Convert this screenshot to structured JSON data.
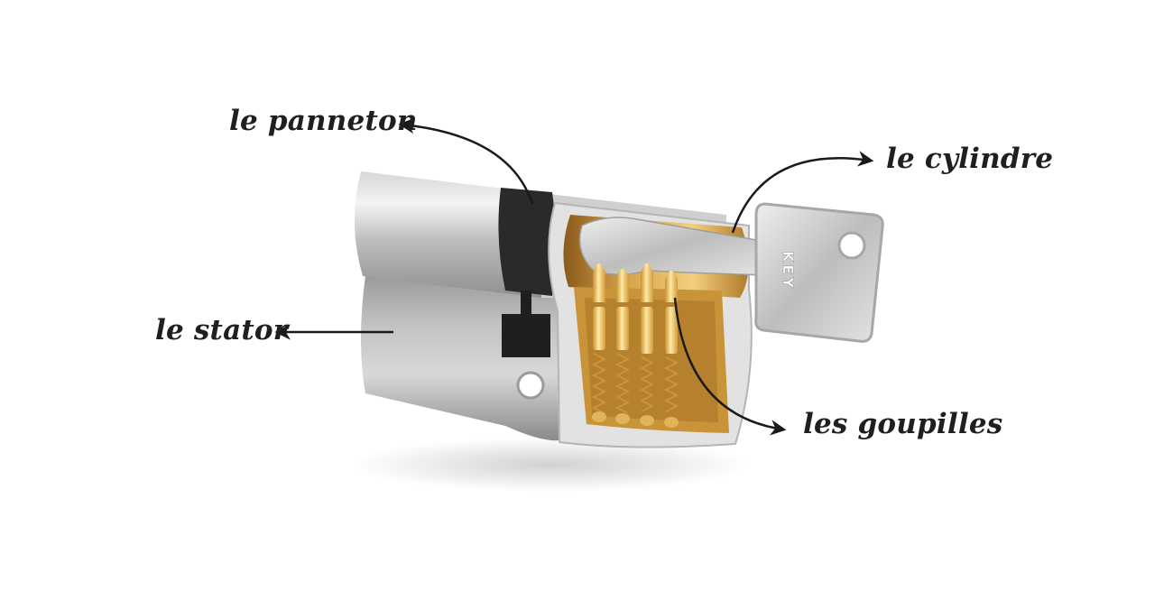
{
  "labels": {
    "panneton": "le panneton",
    "cylindre": "le cylindre",
    "stator": "le stator",
    "goupilles": "les goupilles"
  },
  "key": {
    "engraving": "KEY"
  },
  "colors": {
    "arrow": "#1a1a1a",
    "cam": "#2a2a2a",
    "brass": "#d4a64a",
    "silver": "#c9c9c9"
  },
  "icons": {
    "lock": "cylinder-lock-icon",
    "key": "key-icon"
  }
}
